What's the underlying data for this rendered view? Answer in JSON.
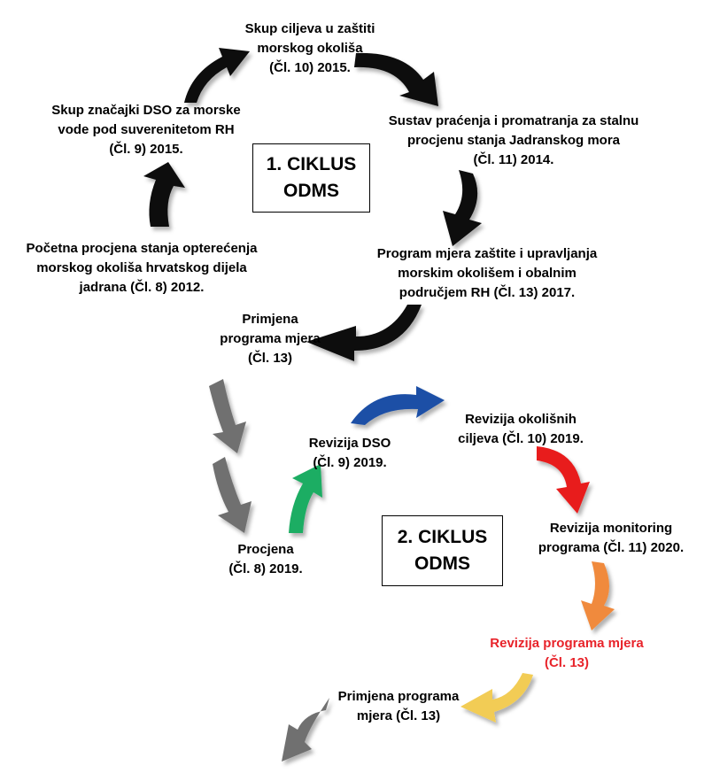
{
  "cycle1": {
    "line1": "1. CIKLUS",
    "line2": "ODMS"
  },
  "cycle2": {
    "line1": "2. CIKLUS",
    "line2": "ODMS"
  },
  "nodes": {
    "targets": {
      "l1": "Skup ciljeva u zaštiti",
      "l2": "morskog okoliša",
      "l3": "(Čl. 10) 2015."
    },
    "monitoring": {
      "l1": "Sustav praćenja i promatranja za stalnu",
      "l2": "procjenu stanja Jadranskog mora",
      "l3": "(Čl. 11) 2014."
    },
    "measures": {
      "l1": "Program mjera zaštite i upravljanja",
      "l2": "morskim okolišem i obalnim",
      "l3": "područjem RH (Čl. 13) 2017."
    },
    "initial": {
      "l1": "Početna procjena stanja opterećenja",
      "l2": "morskog okoliša hrvatskog dijela",
      "l3": "jadrana (Čl. 8) 2012."
    },
    "gdes": {
      "l1": "Skup značajki DSO za morske",
      "l2": "vode pod suverenitetom RH",
      "l3": "(Čl. 9) 2015."
    },
    "apply1": {
      "l1": "Primjena",
      "l2": "programa mjera",
      "l3": "(Čl. 13)"
    },
    "assess2": {
      "l1": "Procjena",
      "l2": "(Čl. 8) 2019."
    },
    "gdes_rev": {
      "l1": "Revizija DSO",
      "l2": "(Čl. 9) 2019."
    },
    "targets_rev": {
      "l1": "Revizija okolišnih",
      "l2": "ciljeva (Čl. 10) 2019."
    },
    "monitoring_rev": {
      "l1": "Revizija monitoring",
      "l2": "programa (Čl. 11) 2020."
    },
    "measures_rev": {
      "l1": "Revizija programa mjera",
      "l2": "(Čl. 13)"
    },
    "apply2": {
      "l1": "Primjena programa",
      "l2": "mjera (Čl. 13)"
    }
  },
  "colors": {
    "black": "#0a0a0a",
    "gray": "#707070",
    "green": "#1fad63",
    "blue": "#1b4fa6",
    "red": "#e81c1c",
    "orange": "#f08a3c",
    "yellow": "#f2cc55",
    "highlight_text": "#e8232a"
  }
}
